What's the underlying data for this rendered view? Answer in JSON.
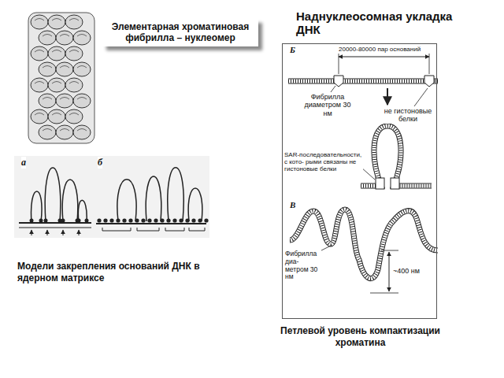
{
  "diagram": {
    "title": "Наднуклеосомная укладка ДНК",
    "nodes": [
      {
        "text": [
          "Элементарная хроматиновая фибрилла – нуклеомер"
        ]
      },
      {
        "text": [
          "Петлевой уровень компактизации хроматина"
        ]
      }
    ],
    "labels": [
      "а",
      "б",
      "Модели закрепления оснований ДНК в ядерном матриксе",
      "Б",
      "20000-80000 пар оснований",
      "Фибрилла диаметром 30 нм",
      "не гистоновые белки",
      "SAR-последовательности, с кото- рыми связаны не гистоновые белки",
      "В",
      "Фибрилла диа- метром 30 нм",
      "~400 нм"
    ]
  }
}
